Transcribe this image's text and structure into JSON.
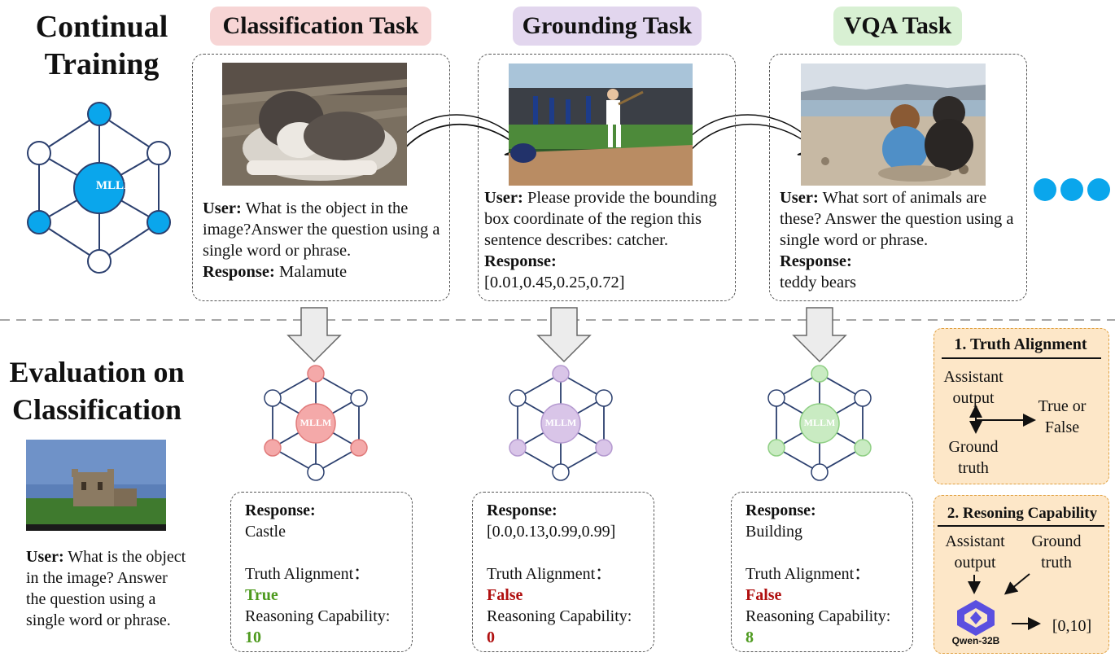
{
  "headings": {
    "training_line1": "Continual",
    "training_line2": "Training",
    "eval_line1": "Evaluation on",
    "eval_line2": "Classification"
  },
  "tasks": [
    {
      "label": "Classification Task",
      "user_prefix": "User:",
      "user_text": "What is the object in the image?Answer the question using a single word or phrase.",
      "response_prefix": "Response:",
      "response_text": "Malamute"
    },
    {
      "label": "Grounding Task",
      "user_prefix": "User:",
      "user_text": "Please provide the bounding box coordinate of the region this sentence describes: catcher.",
      "response_prefix": "Response:",
      "response_text": "[0.01,0.45,0.25,0.72]"
    },
    {
      "label": "VQA Task",
      "user_prefix": "User:",
      "user_text": "What sort of animals are these? Answer the question using a single word or phrase.",
      "response_prefix": "Response:",
      "response_text": "teddy bears"
    }
  ],
  "model_label": "MLLM",
  "eval_query": {
    "user_prefix": "User:",
    "user_text": "What is the object in the image? Answer the question using a single word or phrase."
  },
  "evaluations": [
    {
      "response_label": "Response:",
      "response": "Castle",
      "truth_label": "Truth Alignment：",
      "truth": "True",
      "reason_label": "Reasoning Capability:",
      "reason": "10"
    },
    {
      "response_label": "Response:",
      "response": "[0.0,0.13,0.99,0.99]",
      "truth_label": "Truth Alignment：",
      "truth": "False",
      "reason_label": "Reasoning Capability:",
      "reason": "0"
    },
    {
      "response_label": "Response:",
      "response": "Building",
      "truth_label": "Truth Alignment：",
      "truth": "False",
      "reason_label": "Reasoning Capability:",
      "reason": "8"
    }
  ],
  "truth_alignment": {
    "title": "1. Truth Alignment",
    "assistant": "Assistant output",
    "ground": "Ground truth",
    "result": "True or False"
  },
  "reasoning": {
    "title": "2. Resoning Capability",
    "assistant": "Assistant output",
    "ground": "Ground truth",
    "model": "Qwen-32B",
    "range": "[0,10]"
  },
  "colors": {
    "blue": "#0aa6ec",
    "red": "#f4a9a9",
    "purple": "#d9c5e8",
    "green": "#c9ebc2",
    "label_red": "#f7d5d5",
    "label_purple": "#e2d6ee",
    "label_green": "#d8f0d3",
    "side_bg": "#fde7c8"
  }
}
